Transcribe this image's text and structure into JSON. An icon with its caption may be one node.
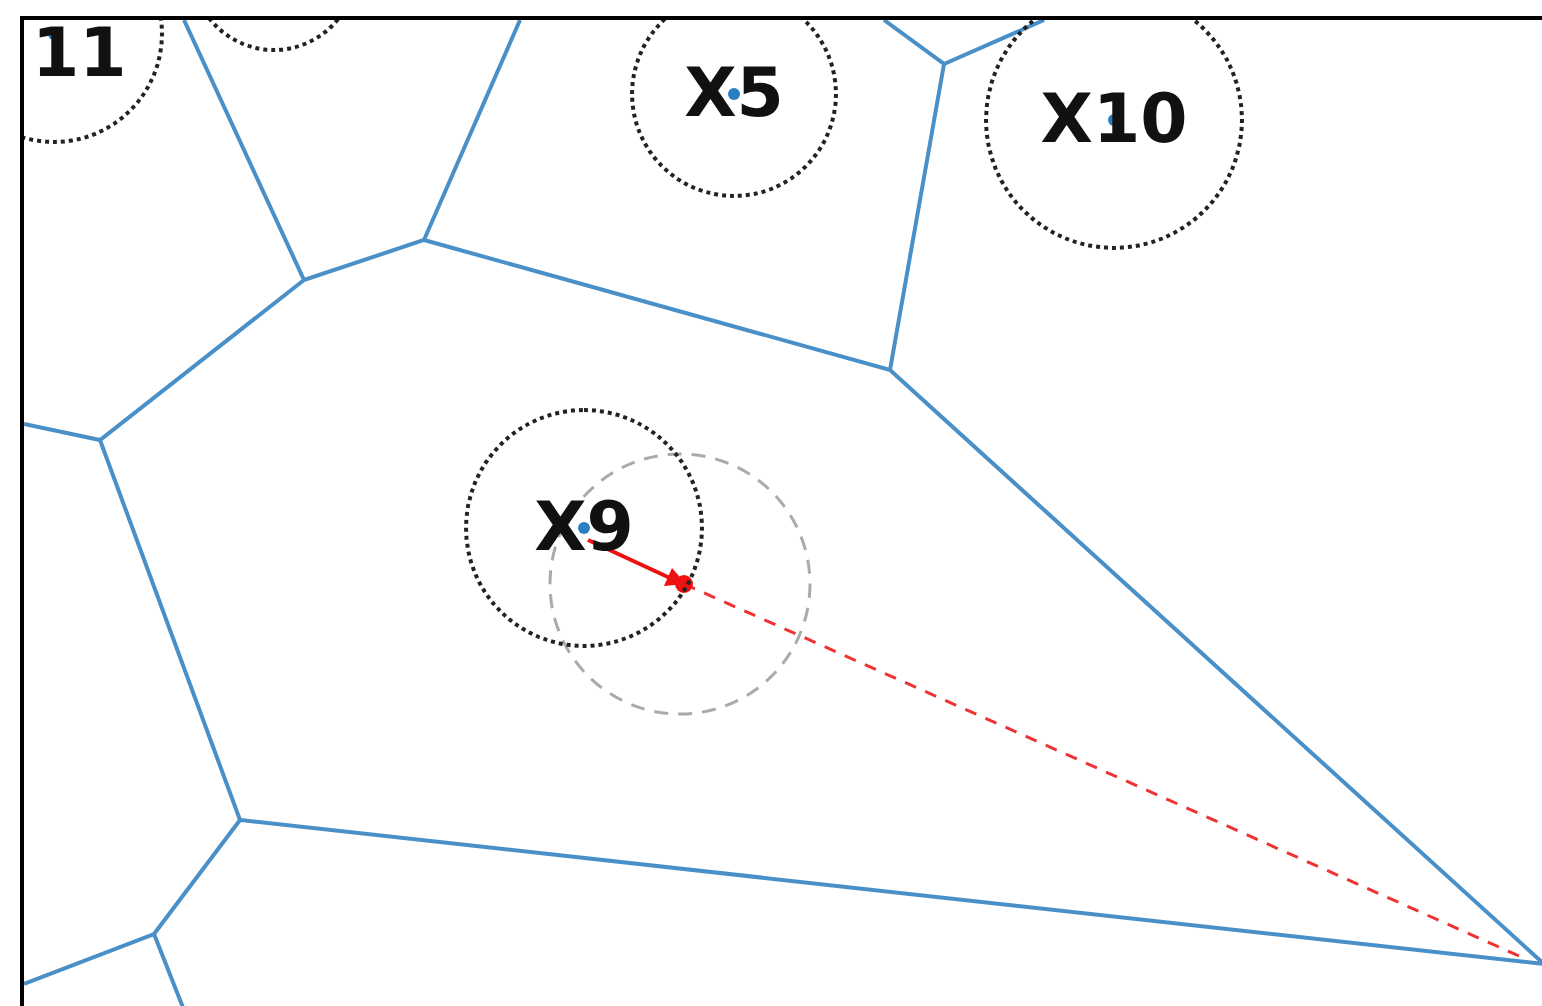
{
  "diagram": {
    "nodes": [
      {
        "text": [
          "11"
        ]
      },
      {
        "text": [],
        "shape": "circle"
      },
      {
        "text": [
          "X5"
        ]
      },
      {
        "text": [
          "X10"
        ]
      },
      {
        "text": [
          "X9"
        ]
      }
    ]
  }
}
